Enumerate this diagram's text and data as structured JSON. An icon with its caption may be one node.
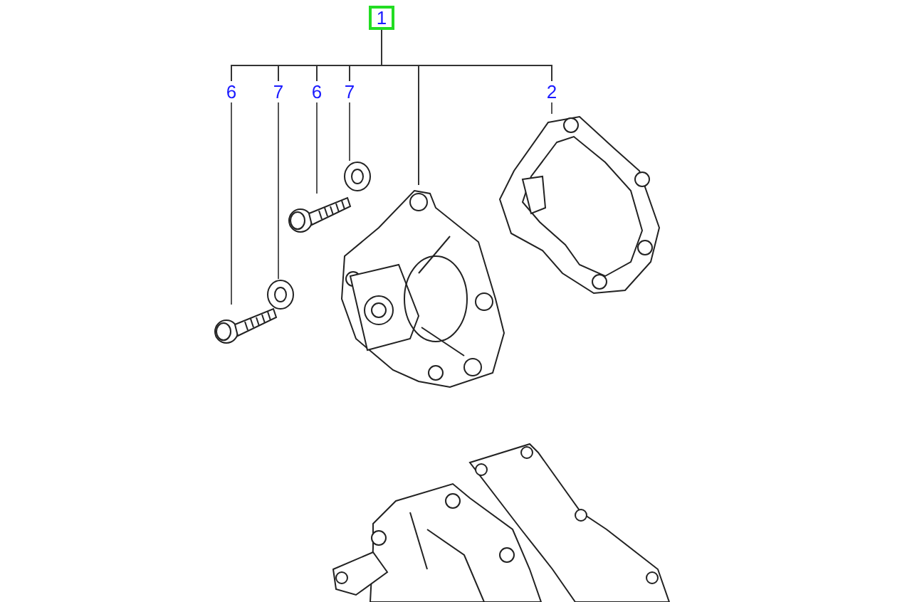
{
  "diagram": {
    "nodes": [
      {
        "text": [
          "1"
        ]
      },
      {
        "text": [
          "6"
        ]
      },
      {
        "text": [
          "7"
        ]
      },
      {
        "text": [
          "6"
        ]
      },
      {
        "text": [
          "7"
        ]
      },
      {
        "text": [
          "2"
        ]
      },
      {
        "text": [],
        "shape": "picture"
      },
      {
        "text": [],
        "shape": "picture"
      },
      {
        "text": [],
        "shape": "picture"
      },
      {
        "text": [],
        "shape": "picture"
      },
      {
        "text": [],
        "shape": "picture"
      },
      {
        "text": [],
        "shape": "picture"
      }
    ],
    "edges": [
      {
        "from": 0,
        "to": 1,
        "arrow": "none"
      },
      {
        "from": 0,
        "to": 2,
        "arrow": "none"
      },
      {
        "from": 0,
        "to": 3,
        "arrow": "none"
      },
      {
        "from": 0,
        "to": 4,
        "arrow": "none"
      },
      {
        "from": 0,
        "to": 10,
        "arrow": "none"
      },
      {
        "from": 0,
        "to": 5,
        "arrow": "none"
      },
      {
        "from": 1,
        "to": 6,
        "arrow": "none"
      },
      {
        "from": 2,
        "to": 7,
        "arrow": "none"
      },
      {
        "from": 3,
        "to": 8,
        "arrow": "none"
      },
      {
        "from": 4,
        "to": 9,
        "arrow": "none"
      },
      {
        "from": 5,
        "to": 11,
        "arrow": "none"
      }
    ]
  }
}
